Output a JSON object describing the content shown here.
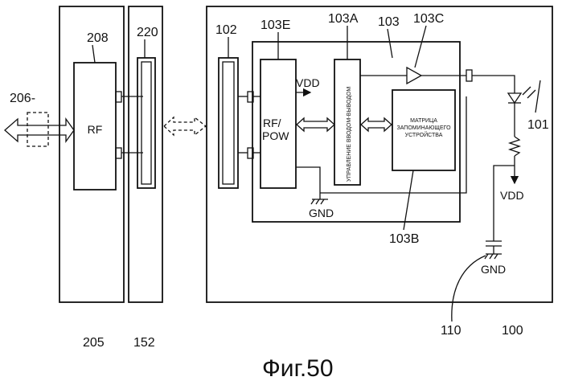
{
  "figure_title": "Фиг.50",
  "labels": {
    "l206": "206-",
    "l208": "208",
    "l220": "220",
    "l205": "205",
    "l152": "152",
    "l102": "102",
    "l103E": "103E",
    "l103A": "103A",
    "l103": "103",
    "l103C": "103C",
    "l101": "101",
    "l103B": "103B",
    "l110": "110",
    "l100": "100",
    "rf": "RF",
    "rfpow_1": "RF/",
    "rfpow_2": "POW",
    "vdd_top": "VDD",
    "vdd_right": "VDD",
    "gnd_mid": "GND",
    "gnd_right": "GND",
    "io_control": "УПРАВЛЕНИЕ ВВОДОМ-ВЫВОДОМ",
    "memory_1": "МАТРИЦА",
    "memory_2": "ЗАПОМИНАЮЩЕГО",
    "memory_3": "УСТРОЙСТВА"
  }
}
